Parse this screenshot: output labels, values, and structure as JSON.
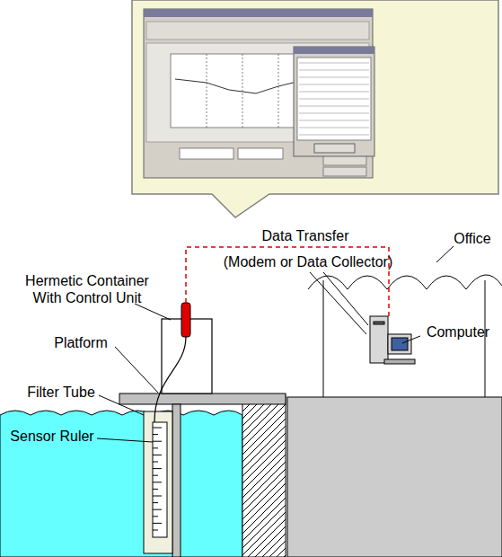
{
  "diagram": {
    "labels": [
      "Data Transfer",
      "(Modem or Data Collector)",
      "Office",
      "Hermetic Container With Control Unit",
      "Computer",
      "Platform",
      "Filter Tube",
      "Sensor Ruler"
    ]
  }
}
